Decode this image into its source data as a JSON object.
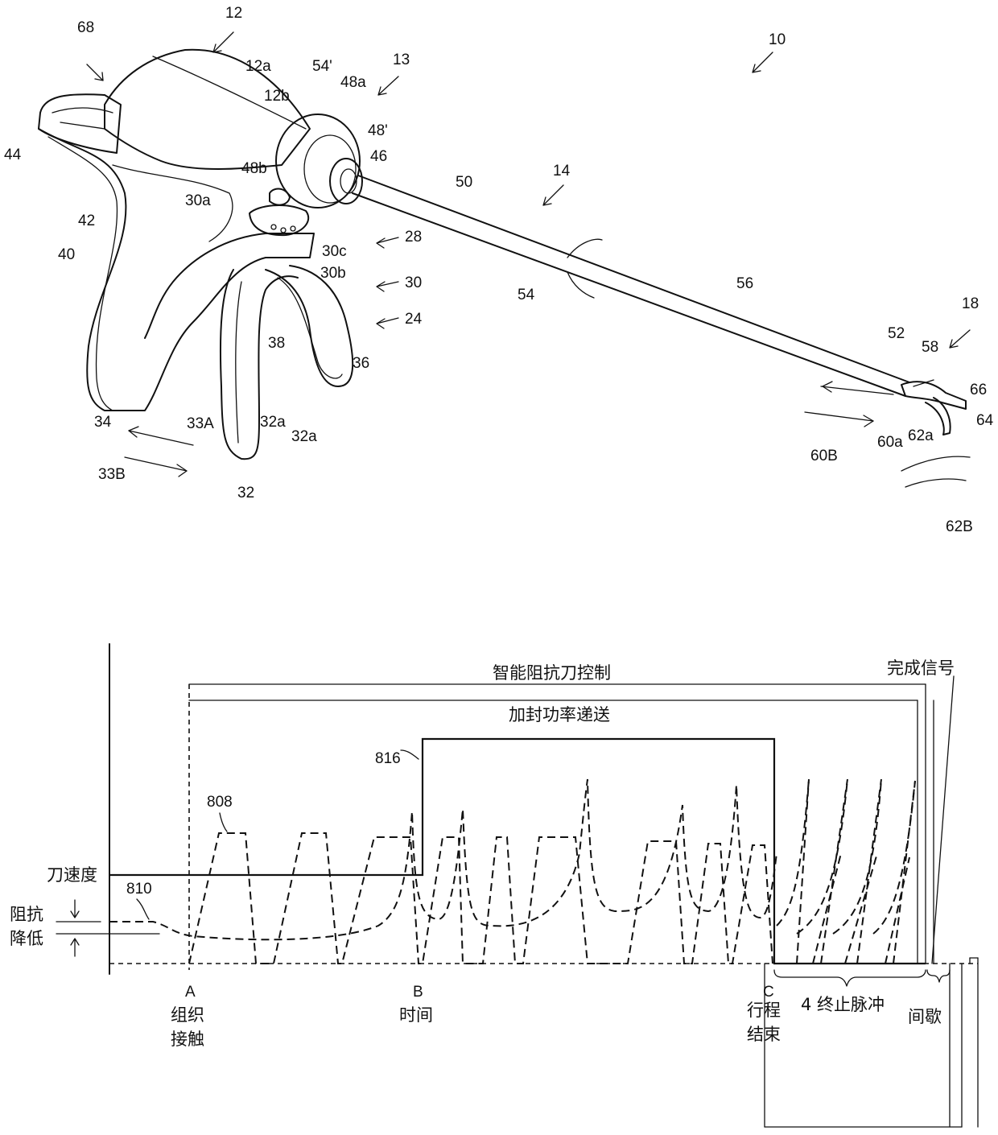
{
  "fig1": {
    "labels": [
      "68",
      "12",
      "12a",
      "54'",
      "12b",
      "48a",
      "13",
      "10",
      "48'",
      "44",
      "46",
      "48b",
      "14",
      "50",
      "30a",
      "42",
      "28",
      "30c",
      "40",
      "30b",
      "30",
      "54",
      "56",
      "18",
      "24",
      "38",
      "36",
      "52",
      "58",
      "66",
      "33A",
      "32a",
      "32a",
      "34",
      "60a",
      "62a",
      "64",
      "60B",
      "33B",
      "32",
      "62B"
    ]
  },
  "fig2": {
    "top_label": "智能阻抗刀控制",
    "done_label": "完成信号",
    "seal_label": "加封功率递送",
    "ref_816": "816",
    "ref_808": "808",
    "ref_810": "810",
    "knife_speed": "刀速度",
    "impedance_line1": "阻抗",
    "impedance_line2": "降低",
    "point_a": "A",
    "point_a_line1": "组织",
    "point_a_line2": "接触",
    "point_b": "B",
    "point_b_line1": "时间",
    "point_c": "C",
    "point_c_line1": "行程",
    "point_c_line2": "结束",
    "pulses": "4 终止脉冲",
    "gap": "间歇"
  }
}
